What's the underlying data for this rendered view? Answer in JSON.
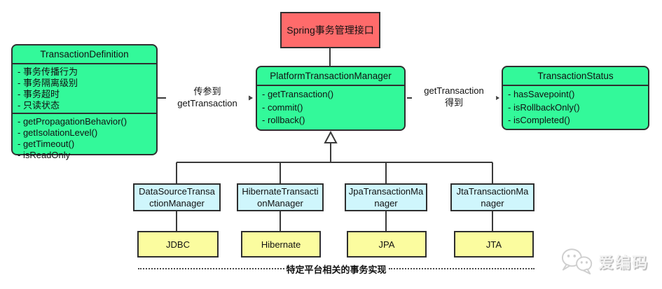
{
  "palette": {
    "green": "#33F99A",
    "red": "#FF6B6B",
    "blue": "#CFF6FC",
    "yellow": "#FBFC9F",
    "line": "#3a3a3a"
  },
  "interface_box": {
    "title": "Spring事务管理接口"
  },
  "classes": {
    "transaction_definition": {
      "title": "TransactionDefinition",
      "attributes": [
        "- 事务传播行为",
        "- 事务隔离级别",
        "- 事务超时",
        "- 只读状态"
      ],
      "methods": [
        "- getPropagationBehavior()",
        "- getIsolationLevel()",
        "- getTimeout()",
        "- isReadOnly"
      ]
    },
    "platform_transaction_manager": {
      "title": "PlatformTransactionManager",
      "methods": [
        "- getTransaction()",
        "- commit()",
        "- rollback()"
      ]
    },
    "transaction_status": {
      "title": "TransactionStatus",
      "methods": [
        "- hasSavepoint()",
        "- isRollbackOnly()",
        "- isCompleted()"
      ]
    }
  },
  "arrows": {
    "left": {
      "line1": "传参到",
      "line2": "getTransaction"
    },
    "right": {
      "line1": "getTransaction",
      "line2": "得到"
    }
  },
  "implementations": [
    {
      "manager": "DataSourceTransactionManager",
      "platform": "JDBC"
    },
    {
      "manager": "HibernateTransactionManager",
      "platform": "Hibernate"
    },
    {
      "manager": "JpaTransactionManager",
      "platform": "JPA"
    },
    {
      "manager": "JtaTransactionManager",
      "platform": "JTA"
    }
  ],
  "footer_note": "特定平台相关的事务实现",
  "watermark": {
    "label": "爱编码",
    "icon": "wechat-icon"
  }
}
